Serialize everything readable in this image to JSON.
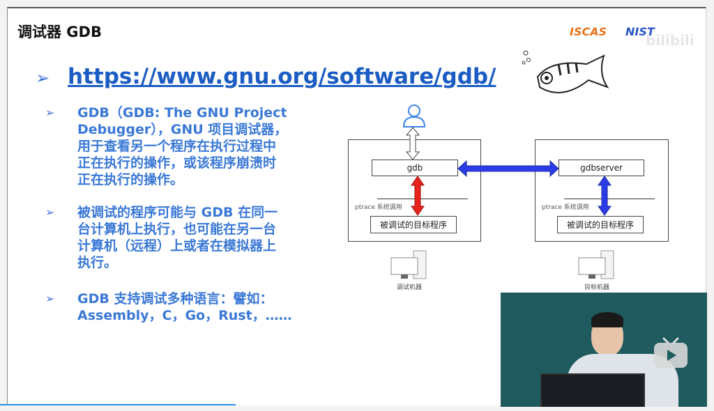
{
  "slide": {
    "title": "调试器 GDB",
    "logos": [
      "ISCAS",
      "NIST"
    ],
    "watermark": "bilibili",
    "link": "https://www.gnu.org/software/gdb/",
    "bullets": [
      [
        "GDB（GDB: The GNU Project",
        "Debugger），GNU 项目调试器，",
        "用于查看另一个程序在执行过程中",
        "正在执行的操作，或该程序崩溃时",
        "正在执行的操作。"
      ],
      [
        "被调试的程序可能与 GDB 在同一",
        "台计算机上执行，也可能在另一台",
        "计算机（远程）上或者在模拟器上",
        "执行。"
      ],
      [
        "GDB 支持调试多种语言：譬如：",
        "Assembly，C，Go，Rust，……"
      ]
    ]
  },
  "diagram": {
    "left": {
      "process": "gdb",
      "syscall": "ptrace 系统调用",
      "target": "被调试的目标程序",
      "machine": "调试机器"
    },
    "right": {
      "process": "gdbserver",
      "syscall": "ptrace 系统调用",
      "target": "被调试的目标程序",
      "machine": "目标机器"
    },
    "colors": {
      "remote": "#2b3be8",
      "local": "#e8231b"
    }
  },
  "video": {
    "progress_percent": 33
  }
}
